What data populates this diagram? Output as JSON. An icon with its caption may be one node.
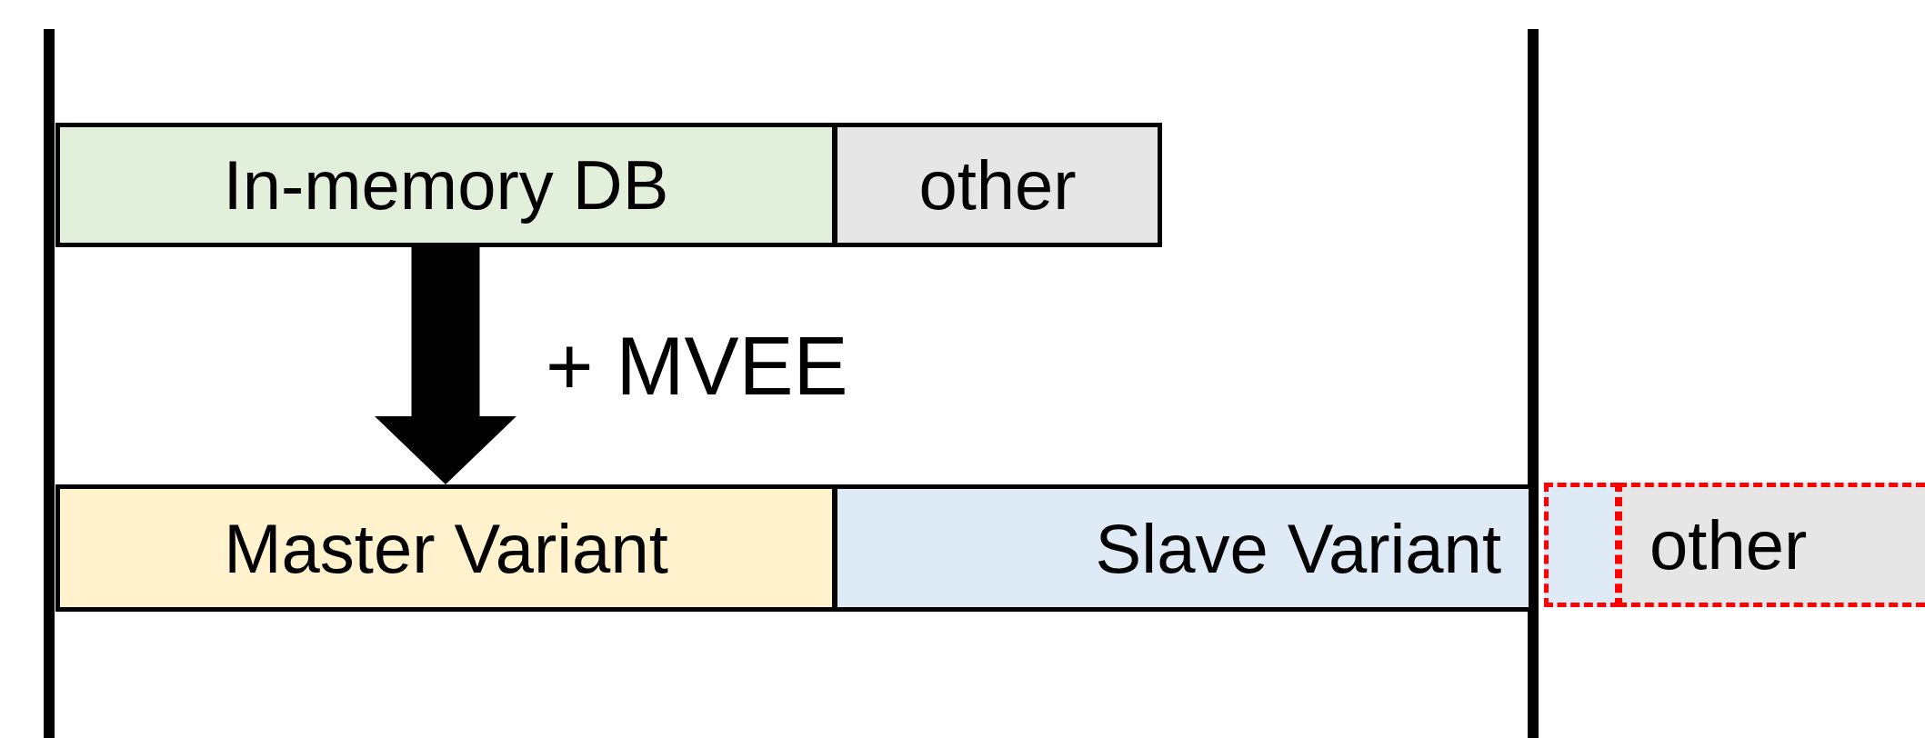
{
  "diagram": {
    "nodes": [
      {
        "text": [
          "In-memory DB"
        ]
      },
      {
        "text": [
          "other"
        ]
      },
      {
        "text": [
          "Master Variant"
        ]
      },
      {
        "text": [
          "Slave Variant"
        ]
      },
      {
        "text": [],
        "shape": "box"
      },
      {
        "text": [
          "other"
        ]
      }
    ],
    "edges": [
      {
        "from": 0,
        "to": 2,
        "arrow": "to",
        "label": "+ MVEE",
        "style": "thick"
      }
    ]
  }
}
